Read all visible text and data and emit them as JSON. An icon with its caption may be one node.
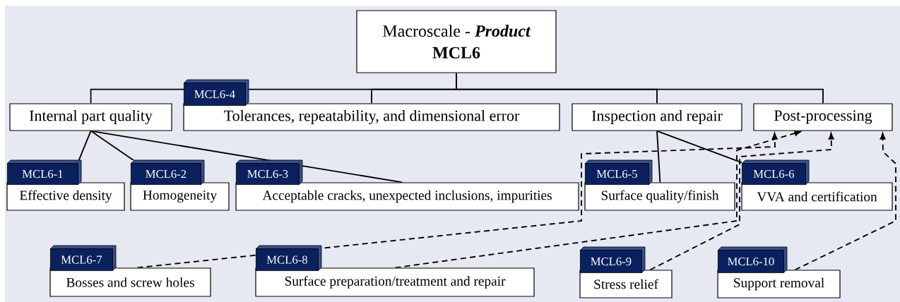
{
  "diagram": {
    "nodes": [
      {
        "text": [
          "Macroscale - *Product*",
          "MCL6"
        ]
      },
      {
        "text": [
          "Internal part quality"
        ]
      },
      {
        "text": [
          "MCL6-4",
          "Tolerances, repeatability, and dimensional error"
        ]
      },
      {
        "text": [
          "Inspection and repair"
        ]
      },
      {
        "text": [
          "Post-processing"
        ]
      },
      {
        "text": [
          "MCL6-1",
          "Effective density"
        ]
      },
      {
        "text": [
          "MCL6-2",
          "Homogeneity"
        ]
      },
      {
        "text": [
          "MCL6-3",
          "Acceptable cracks, unexpected inclusions, impurities"
        ]
      },
      {
        "text": [
          "MCL6-5",
          "Surface quality/finish"
        ]
      },
      {
        "text": [
          "MCL6-6",
          "VVA and certification"
        ]
      },
      {
        "text": [
          "MCL6-7",
          "Bosses and screw holes"
        ]
      },
      {
        "text": [
          "MCL6-8",
          "Surface preparation/treatment and repair"
        ]
      },
      {
        "text": [
          "MCL6-9",
          "Stress relief"
        ]
      },
      {
        "text": [
          "MCL6-10",
          "Support removal"
        ]
      }
    ],
    "edges": [
      {
        "from": 0,
        "to": 1,
        "arrow": "none"
      },
      {
        "from": 0,
        "to": 2,
        "arrow": "none"
      },
      {
        "from": 0,
        "to": 3,
        "arrow": "none"
      },
      {
        "from": 0,
        "to": 4,
        "arrow": "none"
      },
      {
        "from": 1,
        "to": 5,
        "arrow": "none"
      },
      {
        "from": 1,
        "to": 6,
        "arrow": "none"
      },
      {
        "from": 1,
        "to": 7,
        "arrow": "none"
      },
      {
        "from": 3,
        "to": 8,
        "arrow": "none"
      },
      {
        "from": 3,
        "to": 9,
        "arrow": "none"
      },
      {
        "from": 10,
        "to": 4,
        "arrow": "to",
        "style": "dashed"
      },
      {
        "from": 11,
        "to": 4,
        "arrow": "to",
        "style": "dashed"
      },
      {
        "from": 12,
        "to": 4,
        "arrow": "to",
        "style": "dashed"
      },
      {
        "from": 13,
        "to": 4,
        "arrow": "to",
        "style": "dashed"
      }
    ]
  }
}
